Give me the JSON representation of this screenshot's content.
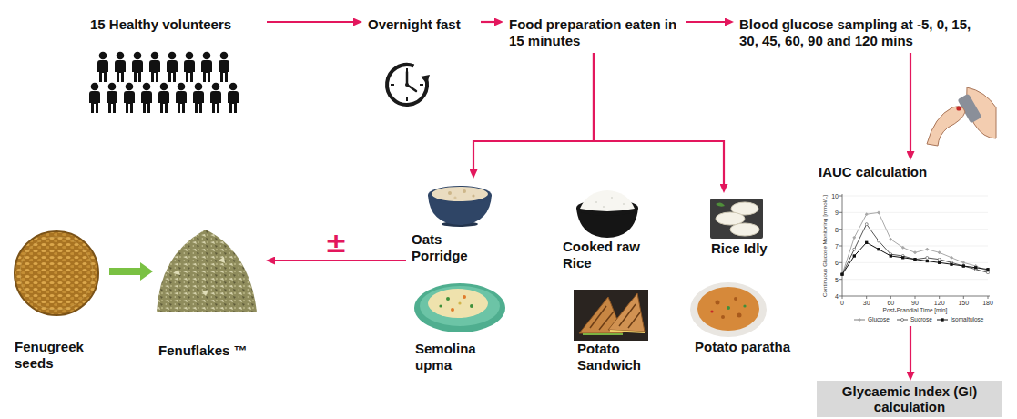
{
  "diagram": {
    "nodes": [
      {
        "text": [
          "15 Healthy volunteers"
        ]
      },
      {
        "text": [
          "Overnight fast"
        ]
      },
      {
        "text": [
          "Food preparation eaten in 15 minutes"
        ]
      },
      {
        "text": [
          "Blood glucose sampling at -5, 0, 15, 30, 45, 60, 90 and 120 mins"
        ]
      },
      {
        "text": [
          "IAUC calculation"
        ]
      },
      {
        "text": [
          "Glycaemic Index (GI) calculation"
        ]
      },
      {
        "text": [
          "Oats Porridge"
        ]
      },
      {
        "text": [
          "Cooked raw Rice"
        ]
      },
      {
        "text": [
          "Rice Idly"
        ]
      },
      {
        "text": [
          "Semolina upma"
        ]
      },
      {
        "text": [
          "Potato Sandwich"
        ]
      },
      {
        "text": [
          "Potato paratha"
        ]
      },
      {
        "text": [
          "Fenuflakes ™"
        ]
      },
      {
        "text": [
          "Fenugreek seeds"
        ]
      }
    ],
    "edges": [
      {
        "from": 0,
        "to": 1,
        "arrow": "to"
      },
      {
        "from": 1,
        "to": 2,
        "arrow": "to"
      },
      {
        "from": 2,
        "to": 3,
        "arrow": "to"
      },
      {
        "from": 3,
        "to": 4,
        "arrow": "to"
      },
      {
        "from": 4,
        "to": 5,
        "arrow": "to"
      },
      {
        "from": 2,
        "to": 6,
        "arrow": "to"
      },
      {
        "from": 2,
        "to": 8,
        "arrow": "to"
      },
      {
        "from": 6,
        "to": 12,
        "label": "±",
        "arrow": "to"
      },
      {
        "from": 13,
        "to": 12,
        "arrow": "to"
      }
    ],
    "labels": [
      "Continuous Glucose Monitoring [mmol/L]",
      "10",
      "9",
      "8",
      "7",
      "6",
      "5",
      "4",
      "0",
      "30",
      "60",
      "90",
      "120",
      "150",
      "180",
      "Post-Prandial Time [min]"
    ],
    "legend": [
      {
        "text": "Glucose"
      },
      {
        "text": "Sucrose"
      },
      {
        "text": "Isomaltulose"
      }
    ]
  }
}
